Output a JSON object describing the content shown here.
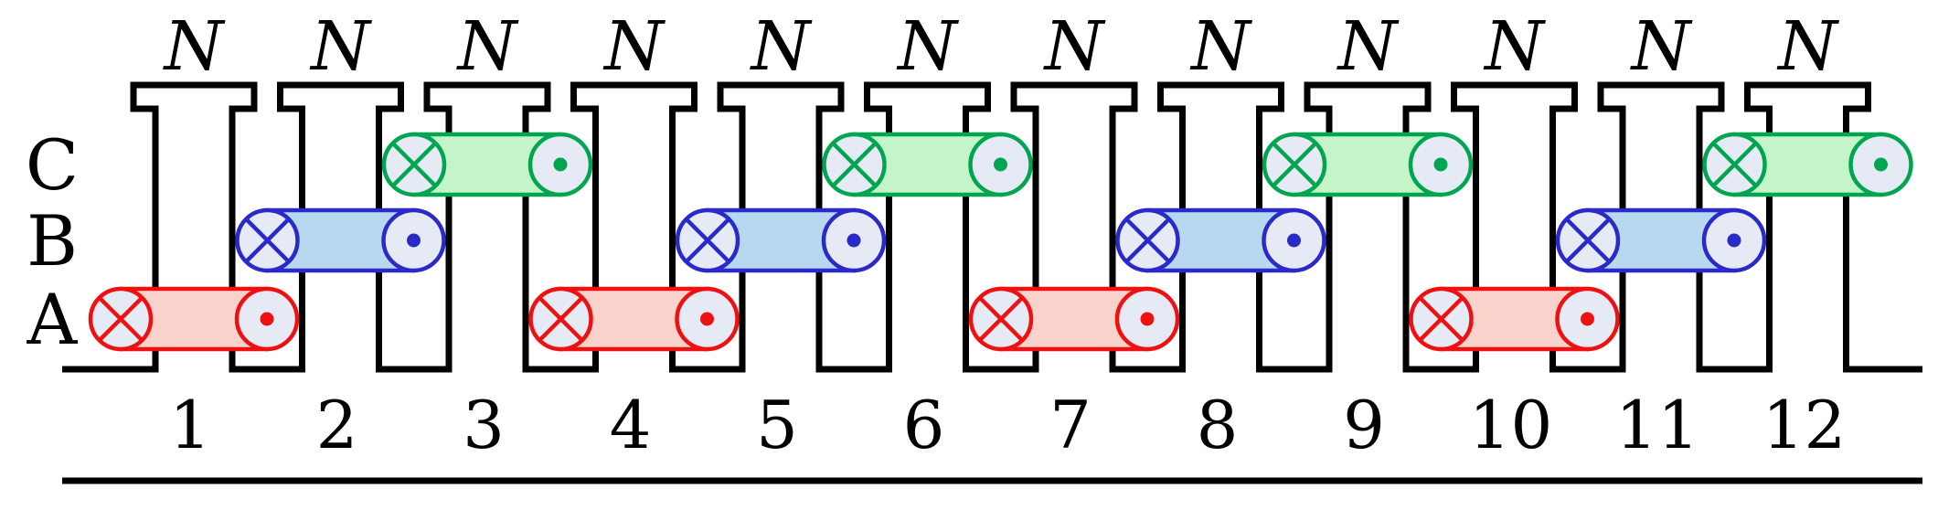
{
  "teeth": [
    {
      "number": "1",
      "pole": "N"
    },
    {
      "number": "2",
      "pole": "N"
    },
    {
      "number": "3",
      "pole": "N"
    },
    {
      "number": "4",
      "pole": "N"
    },
    {
      "number": "5",
      "pole": "N"
    },
    {
      "number": "6",
      "pole": "N"
    },
    {
      "number": "7",
      "pole": "N"
    },
    {
      "number": "8",
      "pole": "N"
    },
    {
      "number": "9",
      "pole": "N"
    },
    {
      "number": "10",
      "pole": "N"
    },
    {
      "number": "11",
      "pole": "N"
    },
    {
      "number": "12",
      "pole": "N"
    }
  ],
  "phases": [
    {
      "label": "C",
      "stroke": "#00a550",
      "fill": "#c3f5c8",
      "coil_teeth": [
        3,
        6,
        9,
        12
      ]
    },
    {
      "label": "B",
      "stroke": "#2a2ac8",
      "fill": "#b8d8f0",
      "coil_teeth": [
        2,
        5,
        8,
        11
      ]
    },
    {
      "label": "A",
      "stroke": "#ee1111",
      "fill": "#fad2cc",
      "coil_teeth": [
        1,
        4,
        7,
        10
      ]
    }
  ],
  "conductor_fill": "#e6eaf4",
  "outline_color": "#000000"
}
